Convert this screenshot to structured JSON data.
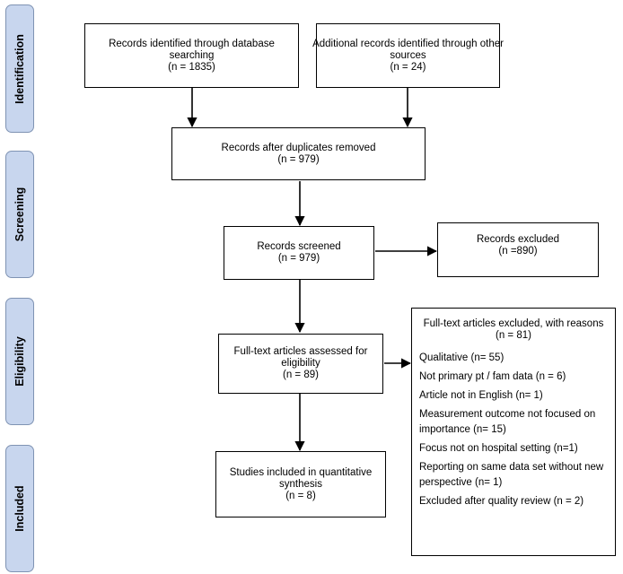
{
  "stages": [
    "Identification",
    "Screening",
    "Eligibility",
    "Included"
  ],
  "boxes": {
    "db_search": [
      "Records identified through database",
      "searching",
      "(n = 1835)"
    ],
    "other_sources": [
      "Additional records identified through other",
      "sources",
      "(n =  24)"
    ],
    "after_duplicates": [
      "Records after duplicates removed",
      "(n = 979)"
    ],
    "screened": [
      "Records screened",
      "(n =  979)"
    ],
    "excluded": [
      "Records excluded",
      "(n =890)"
    ],
    "fulltext": [
      "Full-text articles assessed for",
      "eligibility",
      "(n =  89)"
    ],
    "included": [
      "Studies included in quantitative",
      "synthesis",
      "(n = 8)"
    ]
  },
  "fulltext_excluded": {
    "header": [
      "Full-text articles excluded, with reasons",
      "(n = 81)"
    ],
    "reasons": [
      [
        "Qualitative (n= 55)"
      ],
      [
        "Not primary pt / fam data (n = 6)"
      ],
      [
        "Article not in English (n= 1)"
      ],
      [
        "Measurement outcome not focused on",
        "importance (n= 15)"
      ],
      [
        "Focus not on hospital setting (n=1)"
      ],
      [
        "Reporting on same data set without new",
        "perspective (n= 1)"
      ],
      [
        "Excluded after quality review (n = 2)"
      ]
    ]
  }
}
